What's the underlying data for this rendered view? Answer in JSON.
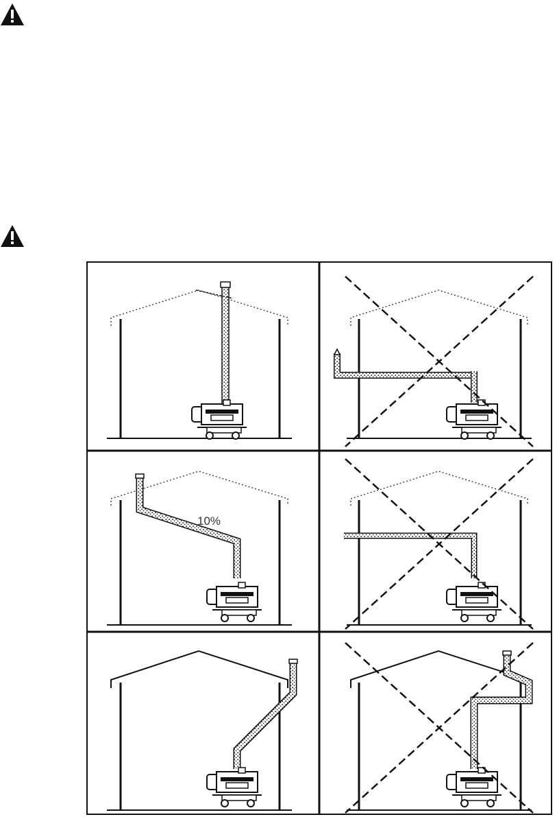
{
  "icons": {
    "warning_top": "warning-triangle-icon",
    "warning_middle": "warning-triangle-icon"
  },
  "figure": {
    "panels": [
      {
        "id": "vertical-flue",
        "allowed": true
      },
      {
        "id": "horizontal-flue-out-wall",
        "allowed": false
      },
      {
        "id": "sloped-flue",
        "allowed": true,
        "slope_label": "10%"
      },
      {
        "id": "horizontal-flue-through-wall",
        "allowed": false
      },
      {
        "id": "angled-flue-high-wall",
        "allowed": true
      },
      {
        "id": "flue-with-downward-bend",
        "allowed": false
      }
    ]
  },
  "colors": {
    "ink": "#111111",
    "background": "#ffffff"
  }
}
